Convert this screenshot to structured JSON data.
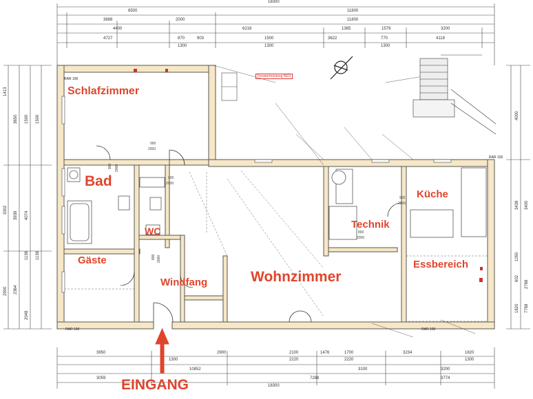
{
  "rooms": {
    "schlafzimmer": "Schlafzimmer",
    "bad": "Bad",
    "wc": "WC",
    "gaeste": "Gäste",
    "windfang": "Windfang",
    "wohnzimmer": "Wohnzimmer",
    "kueche": "Küche",
    "technik": "Technik",
    "essbereich": "Essbereich",
    "eingang": "EINGANG"
  },
  "dims_top": {
    "total": "18300",
    "row2_a": "6500",
    "row2_b": "11800",
    "row3_a": "3688",
    "row3_b": "2000",
    "row3_c": "11800",
    "row4_a": "4400",
    "row4_b": "6216",
    "row4_c": "1385",
    "row4_d": "1579",
    "row4_e": "3200",
    "row5_a": "4727",
    "row5_b": "870",
    "row5_c": "903",
    "row5_d": "1500",
    "row5_e": "3622",
    "row5_f": "770",
    "row5_g": "4118",
    "row5_h": "1300",
    "row5_i": "1300",
    "row5_j": "1300"
  },
  "dims_bottom": {
    "a": "3950",
    "b": "2900",
    "c": "2100",
    "d": "1476",
    "e": "1700",
    "f": "3234",
    "g": "1820",
    "h": "1300",
    "i": "1300",
    "j": "2220",
    "k": "10852",
    "l": "2220",
    "m": "3100",
    "n": "3200",
    "o": "3059",
    "p": "7288",
    "q": "3774",
    "total": "18300"
  },
  "dims_left": [
    "1413",
    "3650",
    "1500",
    "3302",
    "2900",
    "1500",
    "3938",
    "4074",
    "2364",
    "1136",
    "2048",
    "1136"
  ],
  "dims_right": [
    "4000",
    "3438",
    "3400",
    "1050",
    "1820",
    "2788",
    "7788",
    "602"
  ],
  "openings": {
    "d1": "900",
    "d2": "2000",
    "d3": "900",
    "d4": "2000",
    "d5": "900",
    "d6": "2000",
    "d7": "800",
    "d8": "2000",
    "d9": "900",
    "d10": "2000",
    "d11": "800",
    "d12": "2000"
  },
  "markers": {
    "rar1": "RAR 100",
    "rar2": "RAR 100",
    "rar3": "RAR 100",
    "rar4": "RAR 100"
  },
  "redbox": "Fensterbrüstung NEU",
  "colors": {
    "room_label": "#e0452c",
    "wall_fill": "#f6e7c6",
    "wall_stroke": "#555555",
    "arrow": "#e0452c"
  }
}
